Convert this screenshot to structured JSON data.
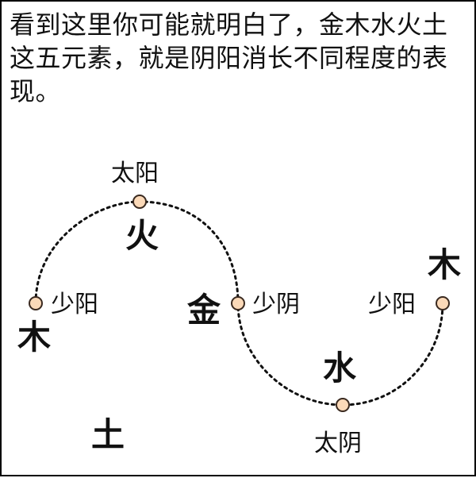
{
  "caption": "看到这里你可能就明白了，金木水火土这五元素，就是阴阳消长不同程度的表现。",
  "points": [
    {
      "label": "太阳",
      "element": "火"
    },
    {
      "label": "少阳",
      "element": "木"
    },
    {
      "label": "少阴",
      "element": "金"
    },
    {
      "label": "太阴",
      "element": "水"
    },
    {
      "label": "少阳",
      "element": "木"
    }
  ],
  "center_element": "土",
  "colors": {
    "node_fill": "#fbd9b8",
    "line": "#111111"
  }
}
